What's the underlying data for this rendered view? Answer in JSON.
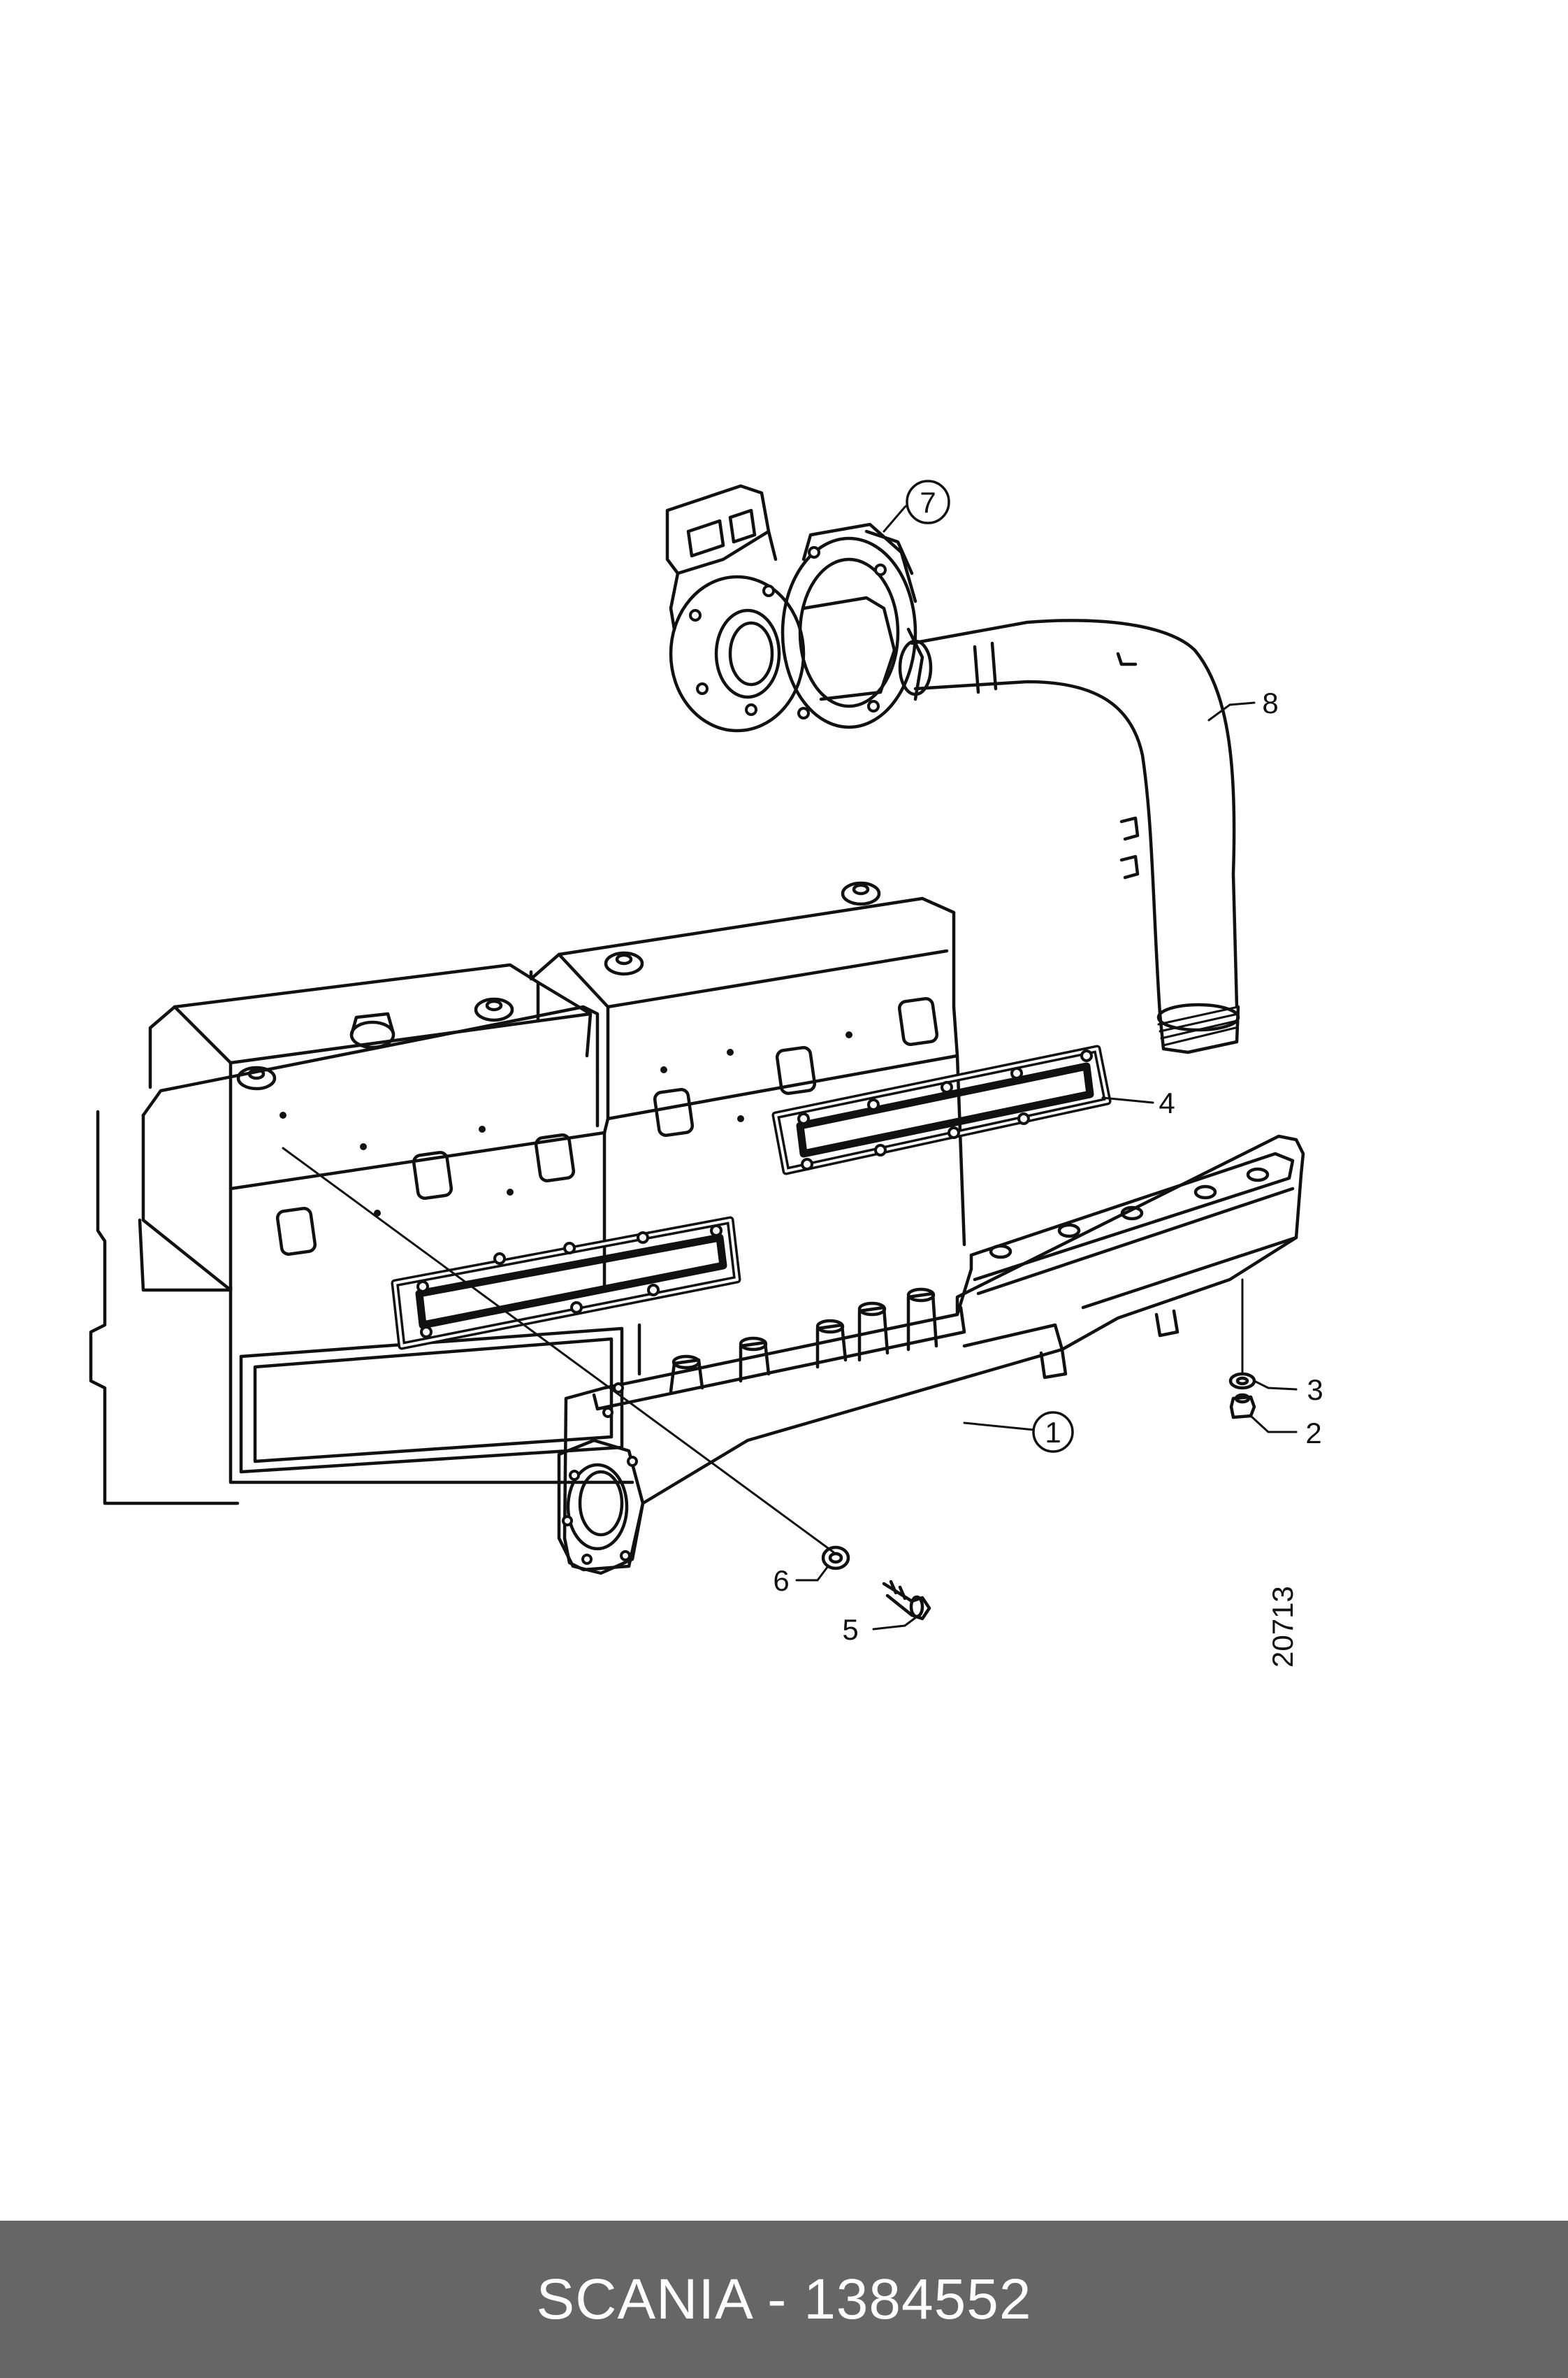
{
  "diagram": {
    "callouts": [
      {
        "id": "c1",
        "label": "1",
        "circled": true
      },
      {
        "id": "c2",
        "label": "2",
        "circled": false
      },
      {
        "id": "c3",
        "label": "3",
        "circled": false
      },
      {
        "id": "c4",
        "label": "4",
        "circled": false
      },
      {
        "id": "c5",
        "label": "5",
        "circled": false
      },
      {
        "id": "c6",
        "label": "6",
        "circled": false
      },
      {
        "id": "c7",
        "label": "7",
        "circled": true
      },
      {
        "id": "c8",
        "label": "8",
        "circled": false
      }
    ],
    "drawing_number": "20713"
  },
  "footer": {
    "caption": "SCANIA - 1384552",
    "background": "#666666",
    "text_color": "#ffffff"
  }
}
